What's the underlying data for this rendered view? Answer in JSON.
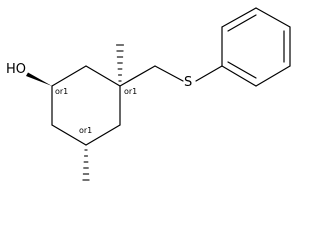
{
  "molecule": {
    "atoms": {
      "hydroxyl": "HO",
      "sulfur": "S"
    },
    "stereo_labels": [
      "or1",
      "or1",
      "or1"
    ]
  }
}
